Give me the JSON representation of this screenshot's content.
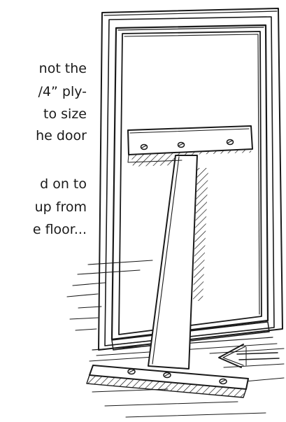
{
  "caption": {
    "lines": [
      "not the",
      "/4” ply-",
      "to size",
      "he door",
      "",
      "d on to",
      "up from",
      "e floor..."
    ]
  },
  "illustration": {
    "subject": "door-brace-sketch"
  }
}
